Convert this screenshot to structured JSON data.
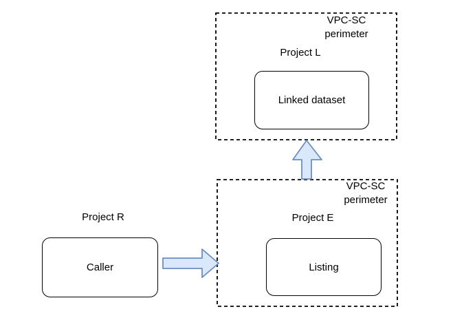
{
  "diagram": {
    "background": "#ffffff",
    "colors": {
      "arrow_fill": "#dae8fc",
      "arrow_stroke": "#6c8ebf",
      "node_border": "#000000",
      "perimeter_border": "#000000",
      "text": "#000000"
    },
    "perimeter_top": {
      "title_line1": "VPC-SC",
      "title_line2": "perimeter",
      "project": "Project L",
      "node": "Linked dataset"
    },
    "perimeter_bottom": {
      "title_line1": "VPC-SC",
      "title_line2": "perimeter",
      "project": "Project E",
      "node": "Listing"
    },
    "external": {
      "project": "Project R",
      "node": "Caller"
    },
    "arrows": [
      {
        "name": "caller-to-listing",
        "direction": "right"
      },
      {
        "name": "listing-to-linked-dataset",
        "direction": "up"
      }
    ]
  }
}
